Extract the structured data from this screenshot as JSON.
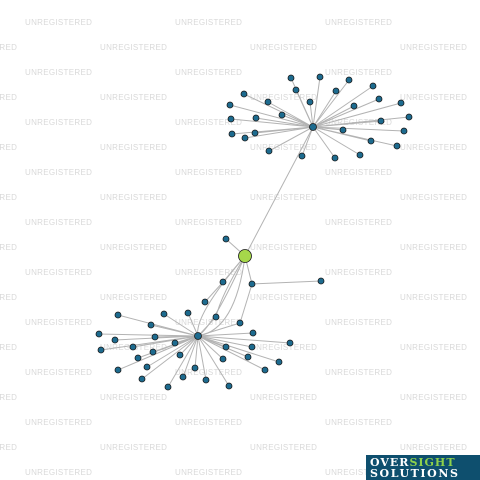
{
  "watermark": {
    "text": "UNREGISTERED"
  },
  "logo": {
    "word1": "OVER",
    "word2": "SIGHT",
    "word3": "SOLUTIONS"
  },
  "colors": {
    "focus_node": "#a6d84a",
    "node": "#1d6b8f",
    "edge": "#b3b3b3",
    "logo_bg": "#0e4f6e",
    "logo_accent": "#8ed14b"
  }
}
